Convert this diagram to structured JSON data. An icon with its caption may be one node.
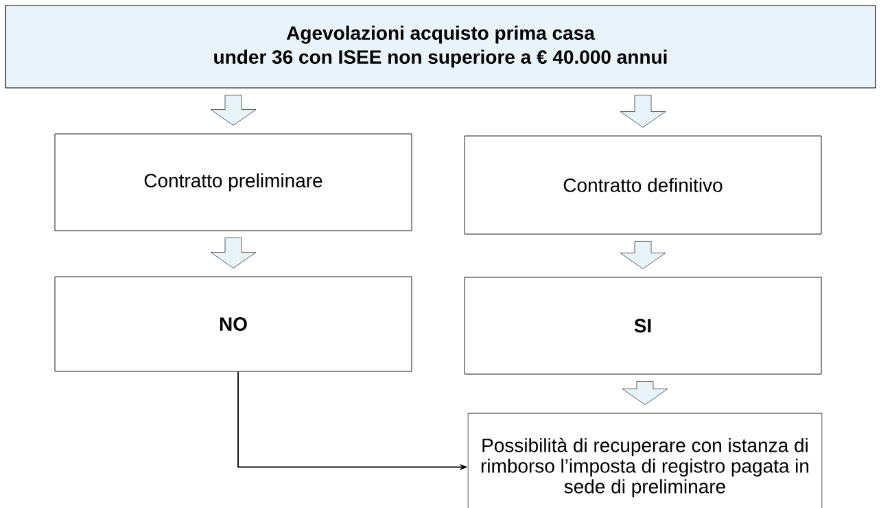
{
  "diagram": {
    "nodes": [
      {
        "text": [
          "Agevolazioni acquisto prima casa under 36 con ISEE non superiore a € 40.000 annui"
        ]
      },
      {
        "text": [
          "Contratto preliminare"
        ]
      },
      {
        "text": [
          "Contratto definitivo"
        ]
      },
      {
        "text": [
          "NO"
        ]
      },
      {
        "text": [
          "SI"
        ]
      },
      {
        "text": [
          "Possibilità di recuperare con istanza di rimborso l’imposta di registro pagata in sede di preliminare"
        ]
      }
    ],
    "edges": [
      {
        "from": 0,
        "to": 1,
        "arrow": "to",
        "style": "thick"
      },
      {
        "from": 0,
        "to": 2,
        "arrow": "to",
        "style": "thick"
      },
      {
        "from": 1,
        "to": 3,
        "arrow": "to",
        "style": "thick"
      },
      {
        "from": 2,
        "to": 4,
        "arrow": "to",
        "style": "thick"
      },
      {
        "from": 4,
        "to": 5,
        "arrow": "to",
        "style": "thick"
      },
      {
        "from": 3,
        "to": 5,
        "arrow": "to"
      }
    ]
  }
}
